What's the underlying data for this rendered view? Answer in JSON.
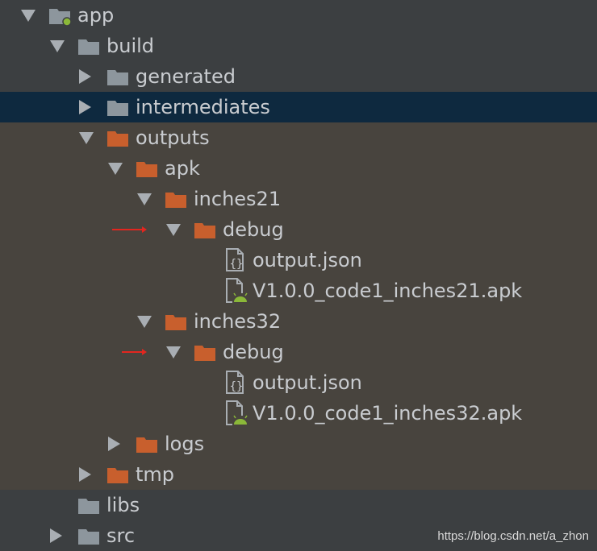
{
  "tree": {
    "rows": [
      {
        "label": "app",
        "icon": "module-folder-icon",
        "state": "expanded"
      },
      {
        "label": "build",
        "icon": "folder-icon",
        "state": "expanded"
      },
      {
        "label": "generated",
        "icon": "folder-icon",
        "state": "collapsed"
      },
      {
        "label": "intermediates",
        "icon": "folder-icon",
        "state": "collapsed",
        "selected": true
      },
      {
        "label": "outputs",
        "icon": "excluded-folder-icon",
        "state": "expanded"
      },
      {
        "label": "apk",
        "icon": "excluded-folder-icon",
        "state": "expanded"
      },
      {
        "label": "inches21",
        "icon": "excluded-folder-icon",
        "state": "expanded"
      },
      {
        "label": "debug",
        "icon": "excluded-folder-icon",
        "state": "expanded",
        "marked": true
      },
      {
        "label": "output.json",
        "icon": "json-file-icon",
        "state": "leaf"
      },
      {
        "label": "V1.0.0_code1_inches21.apk",
        "icon": "apk-file-icon",
        "state": "leaf"
      },
      {
        "label": "inches32",
        "icon": "excluded-folder-icon",
        "state": "expanded"
      },
      {
        "label": "debug",
        "icon": "excluded-folder-icon",
        "state": "expanded",
        "marked": true
      },
      {
        "label": "output.json",
        "icon": "json-file-icon",
        "state": "leaf"
      },
      {
        "label": "V1.0.0_code1_inches32.apk",
        "icon": "apk-file-icon",
        "state": "leaf"
      },
      {
        "label": "logs",
        "icon": "excluded-folder-icon",
        "state": "collapsed"
      },
      {
        "label": "tmp",
        "icon": "excluded-folder-icon",
        "state": "collapsed"
      },
      {
        "label": "libs",
        "icon": "folder-icon",
        "state": "leaf"
      },
      {
        "label": "src",
        "icon": "folder-icon",
        "state": "collapsed"
      }
    ]
  },
  "colors": {
    "background": "#3c3f41",
    "excluded_background": "#48443e",
    "selection": "#0e293f",
    "text": "#c9ccd0",
    "folder_gray": "#8d969d",
    "folder_orange": "#c85f2d",
    "android_green": "#8bb839",
    "annotation_red": "#e2261f"
  },
  "watermark": "https://blog.csdn.net/a_zhon"
}
